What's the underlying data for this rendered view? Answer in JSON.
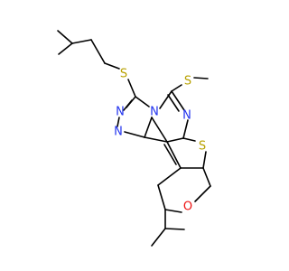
{
  "colors": {
    "background": "#ffffff",
    "bond": "#000000",
    "sulfur": "#b8a100",
    "nitrogen": "#2233ee",
    "oxygen": "#ee1111"
  },
  "atoms": {
    "s_thioether_isopentyl": "S",
    "s_methylthio": "S",
    "s_thiophene": "S",
    "n_triazole_1": "N",
    "n_triazole_2": "N",
    "n_bridge": "N",
    "n_pyrimidine": "N",
    "o_pyran": "O"
  }
}
